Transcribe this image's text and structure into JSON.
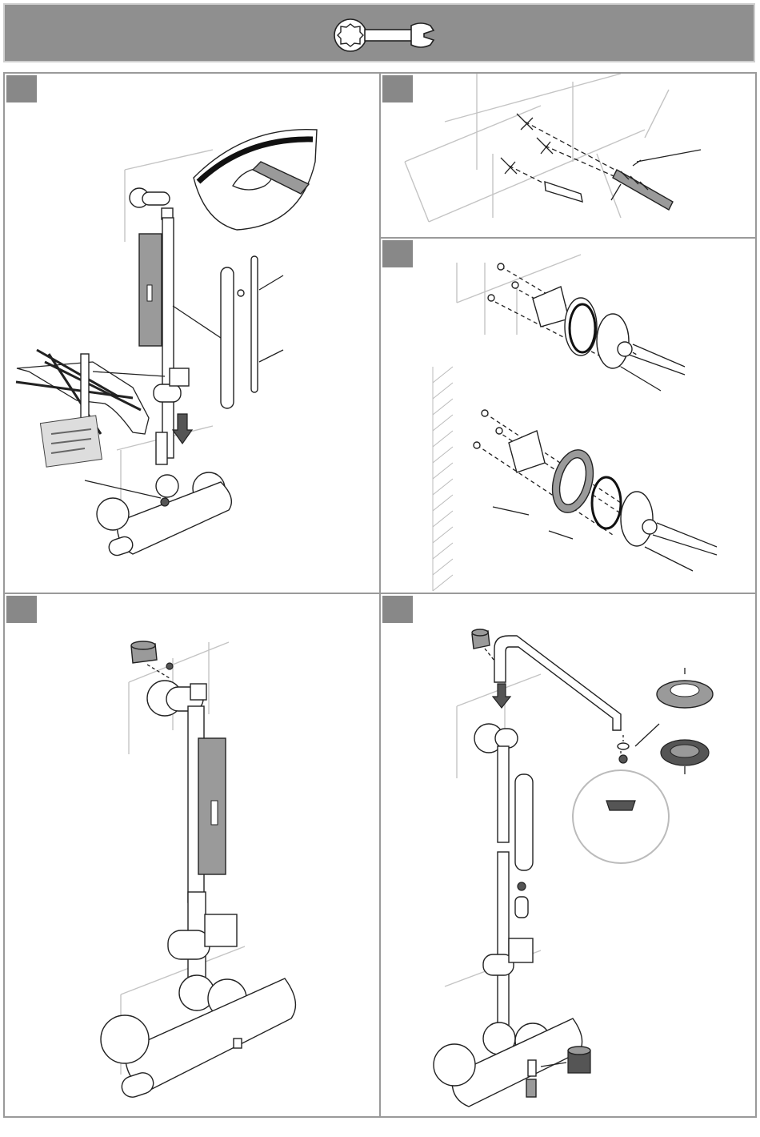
{
  "header": {
    "icon": "wrench-icon",
    "color": "#8f8f8f"
  },
  "panels": [
    {
      "id": "panel-1",
      "badge_color": "#888888"
    },
    {
      "id": "panel-2",
      "badge_color": "#888888"
    },
    {
      "id": "panel-3",
      "badge_color": "#888888"
    },
    {
      "id": "panel-4",
      "badge_color": "#888888"
    },
    {
      "id": "panel-5",
      "badge_color": "#888888"
    }
  ]
}
